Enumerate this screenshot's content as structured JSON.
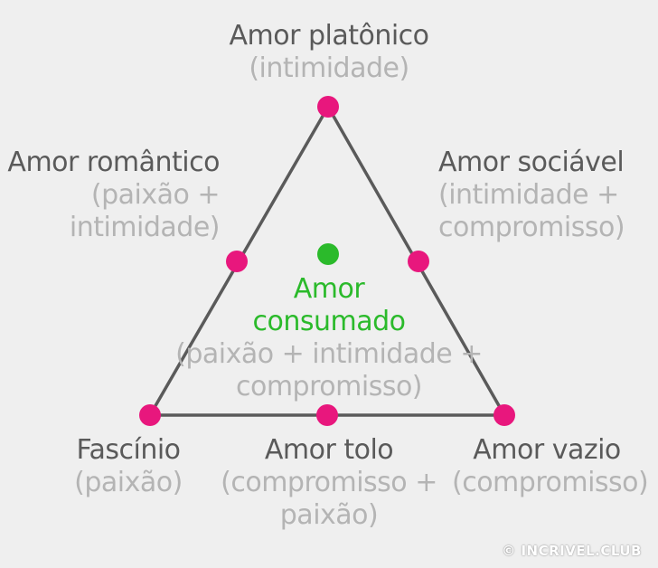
{
  "colors": {
    "background": "#efefef",
    "edge": "#5a5a5a",
    "vertex_dot": "#e8177d",
    "center_dot": "#2bba2b",
    "label_name": "#5a5a5a",
    "label_desc": "#b4b4b4",
    "center_label": "#2bba2b"
  },
  "labels": {
    "top": {
      "name": "Amor platônico",
      "desc": "(intimidade)"
    },
    "left_side": {
      "name": "Amor romântico",
      "desc_line1": "(paixão +",
      "desc_line2": "intimidade)"
    },
    "right_side": {
      "name": "Amor sociável",
      "desc_line1": "(intimidade +",
      "desc_line2": "compromisso)"
    },
    "center": {
      "name_line1": "Amor",
      "name_line2": "consumado",
      "desc_line1": "(paixão + intimidade +",
      "desc_line2": "compromisso)"
    },
    "bottom_left": {
      "name": "Fascínio",
      "desc": "(paixão)"
    },
    "bottom_mid": {
      "name": "Amor tolo",
      "desc_line1": "(compromisso +",
      "desc_line2": "paixão)"
    },
    "bottom_right": {
      "name": "Amor vazio",
      "desc": "(compromisso)"
    }
  },
  "credit": "© INCRIVEL.CLUB"
}
